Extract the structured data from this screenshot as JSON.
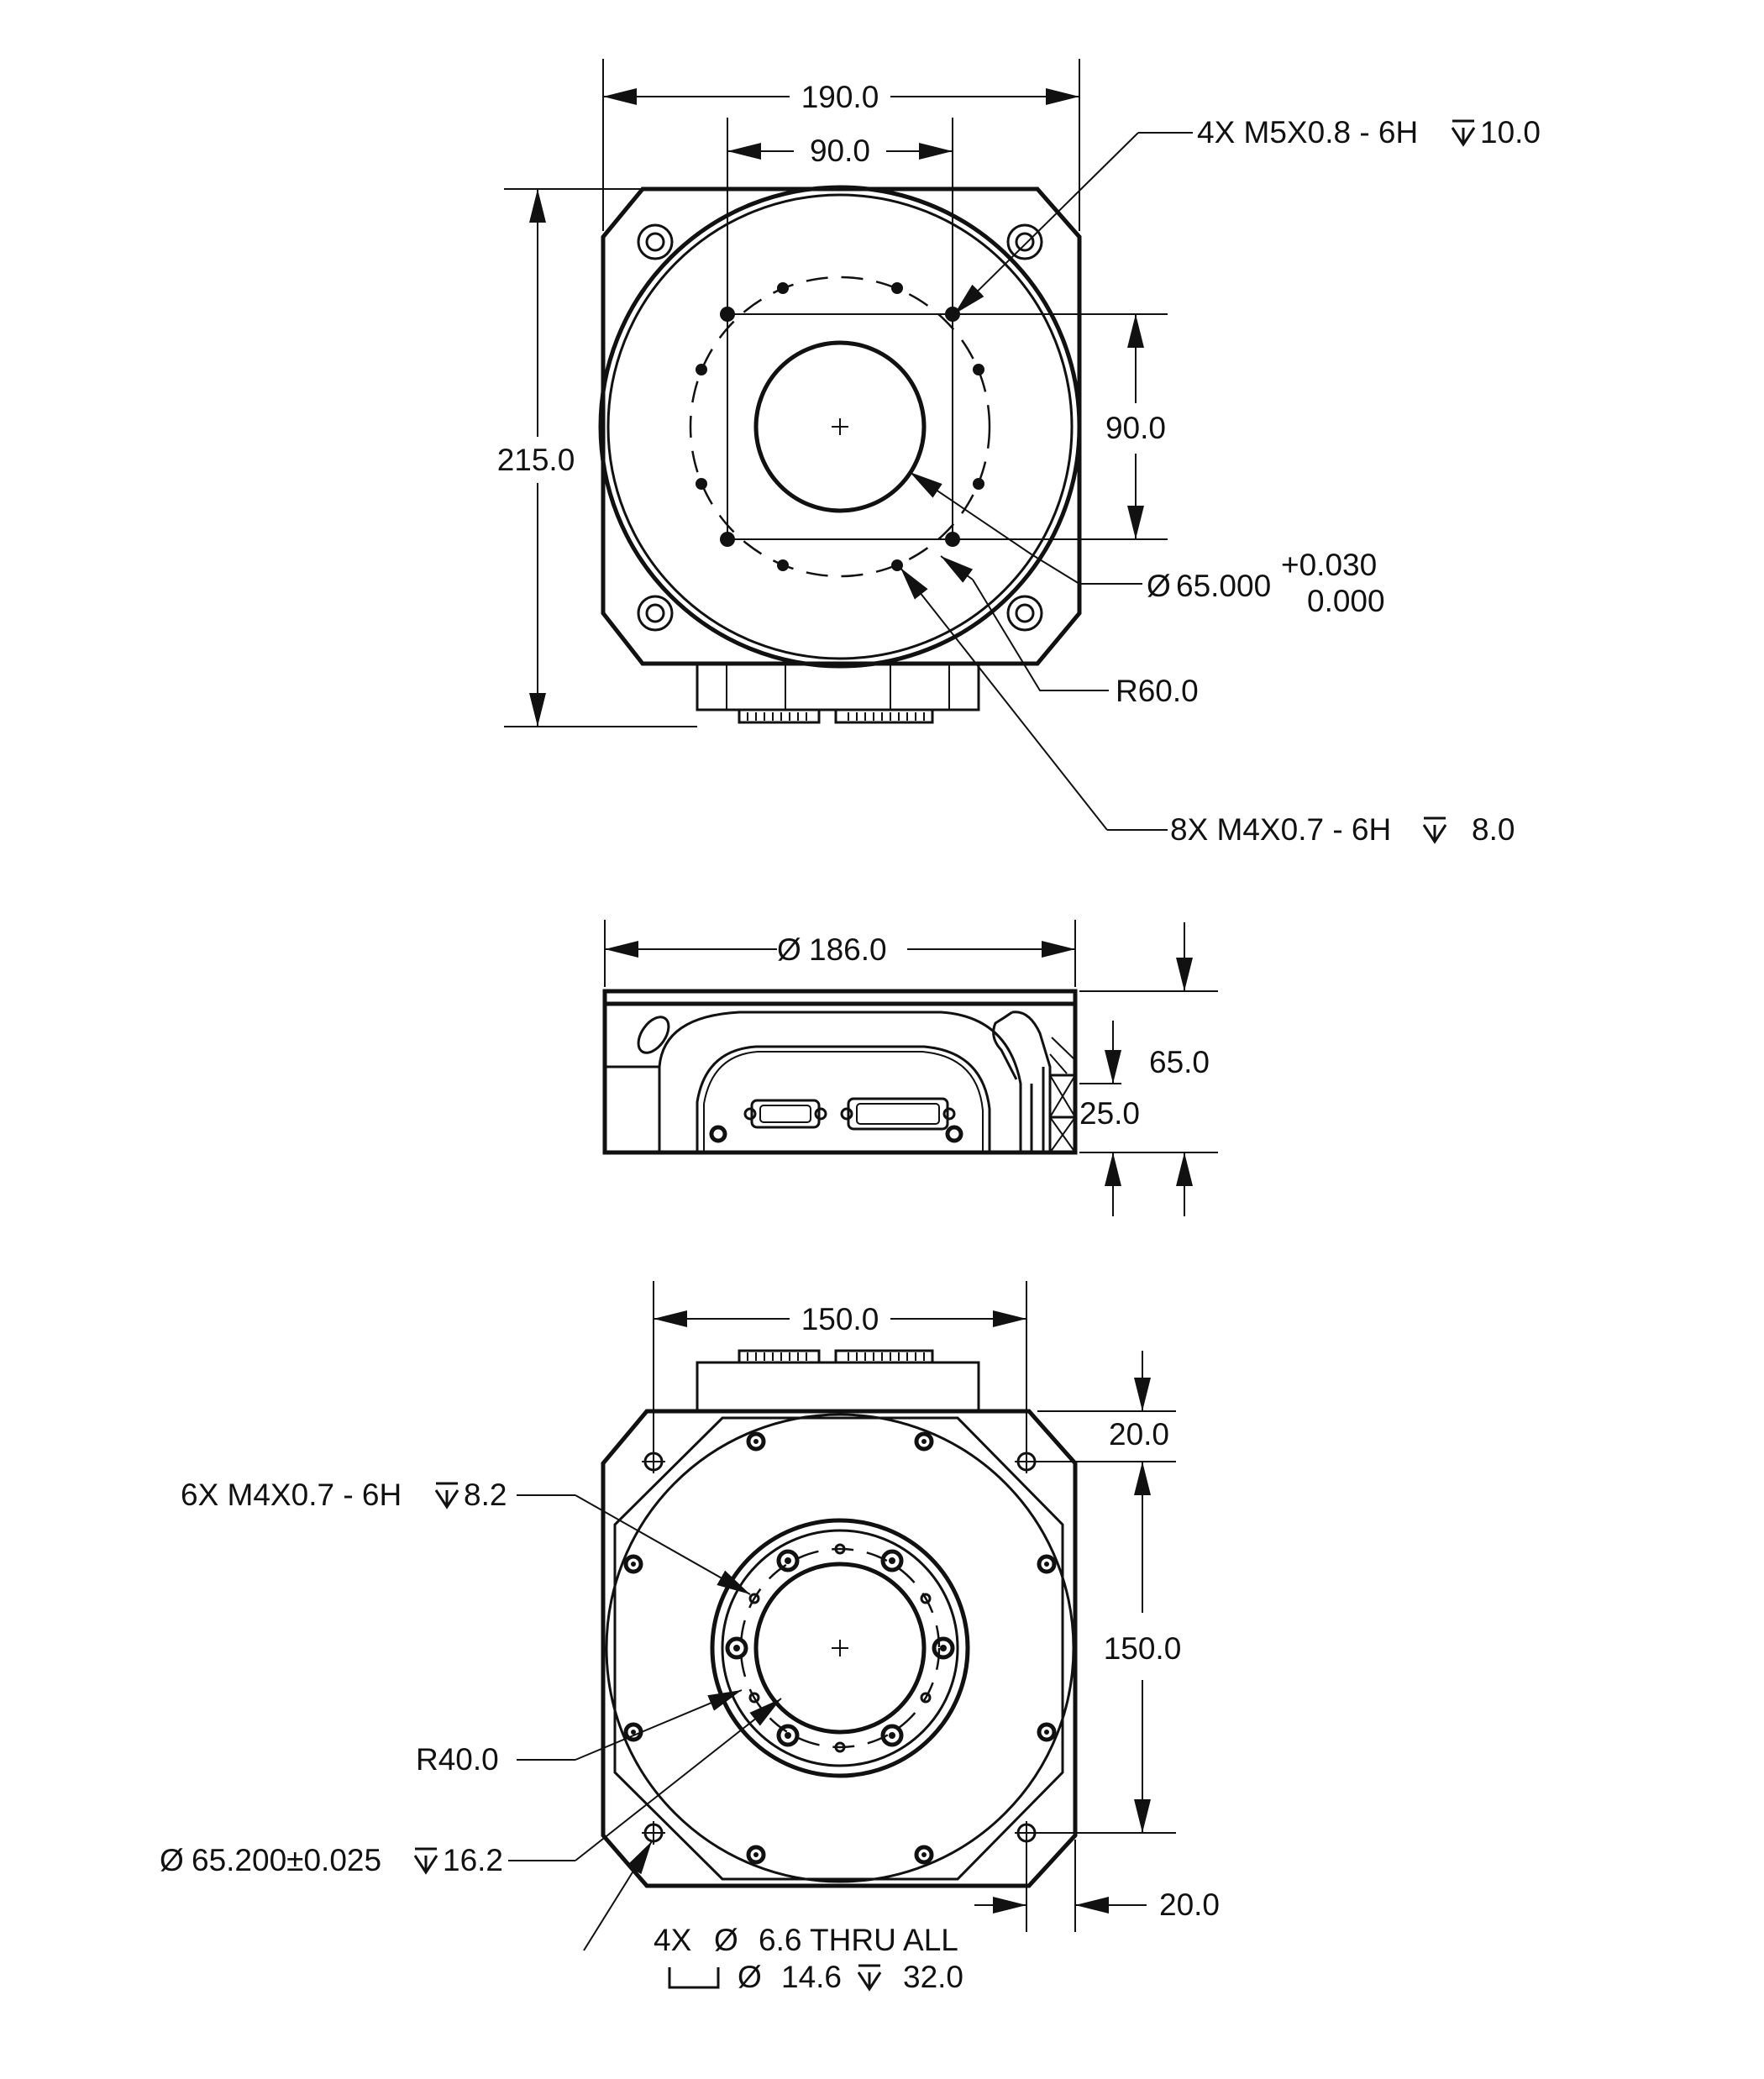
{
  "top_view": {
    "overall_width": "190.0",
    "bolt_pattern_width": "90.0",
    "overall_height": "215.0",
    "bolt_pattern_height": "90.0",
    "callout_tapped_holes": "4X M5X0.8 - 6H",
    "callout_tapped_depth": "10.0",
    "bore_symbol": "Ø",
    "bore_diameter": "65.000",
    "bore_tol_plus": "+0.030",
    "bore_tol_minus": "0.000",
    "pattern_radius": "R60.0",
    "callout_small_holes": "8X M4X0.7 - 6H",
    "callout_small_depth": "8.0"
  },
  "side_view": {
    "diameter_symbol": "Ø",
    "diameter": "186.0",
    "overall_height": "65.0",
    "step_height": "25.0"
  },
  "bottom_view": {
    "mount_width": "150.0",
    "mount_height": "150.0",
    "edge_offset_top": "20.0",
    "edge_offset_right": "20.0",
    "callout_six_holes": "6X M4X0.7 - 6H",
    "callout_six_depth": "8.2",
    "pattern_radius": "R40.0",
    "pilot_symbol": "Ø",
    "pilot_diameter": "65.200±0.025",
    "pilot_depth": "16.2",
    "thru_line_prefix": "4X",
    "thru_symbol": "Ø",
    "thru_line_text": "6.6 THRU ALL",
    "cbore_symbol": "Ø",
    "cbore_diameter": "14.6",
    "cbore_depth": "32.0"
  },
  "symbols": {
    "depth": "depth-symbol",
    "counterbore": "counterbore-symbol",
    "diameter": "diameter-symbol"
  }
}
